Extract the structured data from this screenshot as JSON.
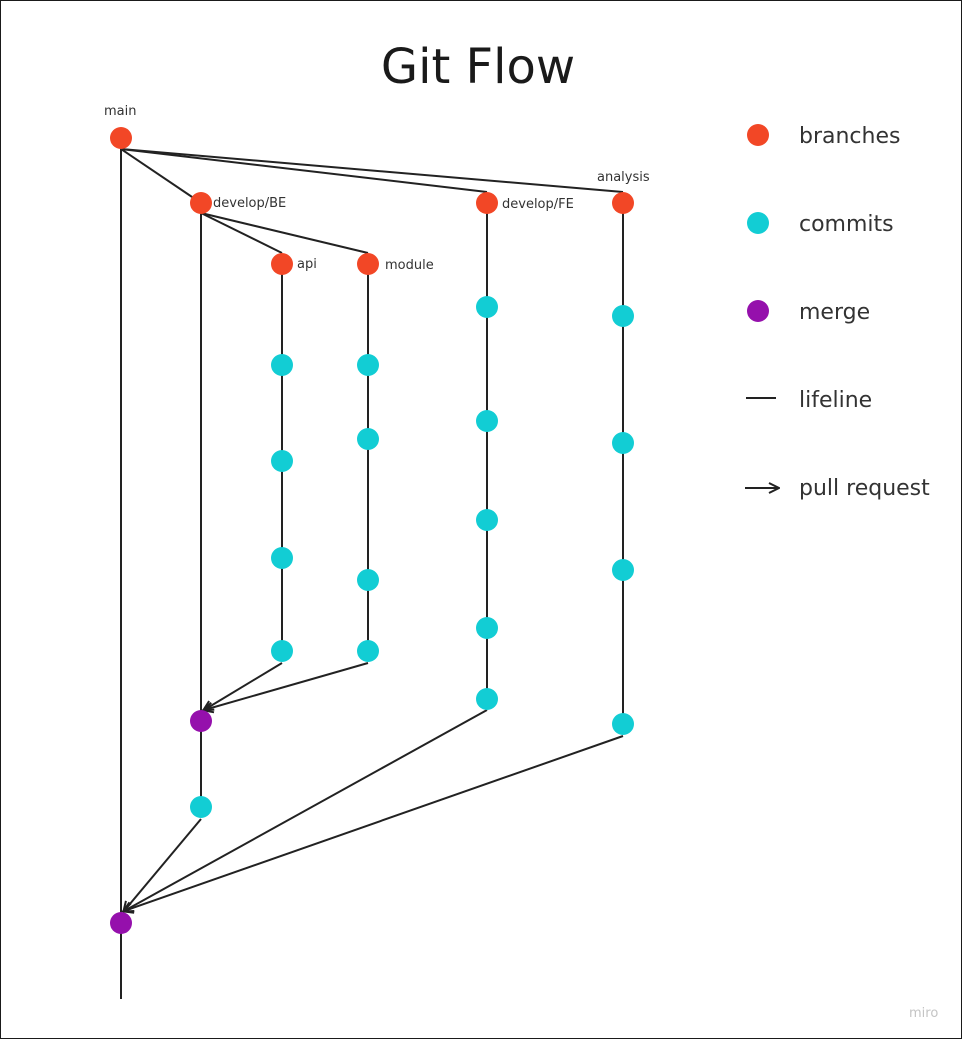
{
  "title": "Git Flow",
  "watermark": "miro",
  "colors": {
    "branches": "#f24726",
    "commits": "#12cdd4",
    "merge": "#9510ac",
    "lifeline": "#222222"
  },
  "branches": {
    "main": "main",
    "develop_be": "develop/BE",
    "api": "api",
    "module": "module",
    "develop_fe": "develop/FE",
    "analysis": "analysis"
  },
  "legend": [
    {
      "key": "branches",
      "label": "branches",
      "symbol": "dot-branch"
    },
    {
      "key": "commits",
      "label": "commits",
      "symbol": "dot-commit"
    },
    {
      "key": "merge",
      "label": "merge",
      "symbol": "dot-merge"
    },
    {
      "key": "lifeline",
      "label": "lifeline",
      "symbol": "line"
    },
    {
      "key": "pull_request",
      "label": "pull request",
      "symbol": "arrow"
    }
  ]
}
